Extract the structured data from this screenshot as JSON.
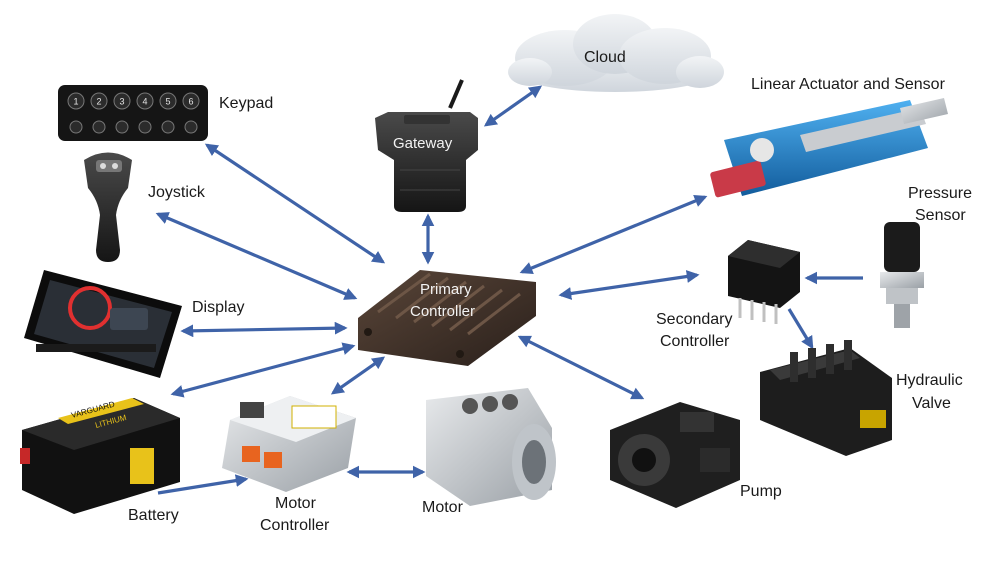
{
  "colors": {
    "arrow": "#3f63a8",
    "cloud": "#dfe3e8",
    "controller_body": "#3b2e27",
    "gateway_body": "#222222",
    "actuator_blue": "#1f86d6",
    "battery_yellow": "#e8c21a",
    "motor_controller_orange": "#e8641f"
  },
  "nodes": {
    "cloud": {
      "label": "Cloud",
      "icon": "cloud-icon"
    },
    "gateway": {
      "label": "Gateway",
      "icon": "gateway-module-icon"
    },
    "keypad": {
      "label": "Keypad",
      "icon": "keypad-icon",
      "keys_top": [
        "1",
        "2",
        "3",
        "4",
        "5",
        "6"
      ]
    },
    "joystick": {
      "label": "Joystick",
      "icon": "joystick-icon"
    },
    "display": {
      "label": "Display",
      "icon": "display-icon"
    },
    "primary_controller": {
      "label_line1": "Primary",
      "label_line2": "Controller",
      "icon": "ecu-icon"
    },
    "linear_actuator": {
      "label": "Linear Actuator and Sensor",
      "icon": "linear-actuator-icon"
    },
    "pressure_sensor": {
      "label_line1": "Pressure",
      "label_line2": "Sensor",
      "icon": "pressure-sensor-icon"
    },
    "secondary_controller": {
      "label_line1": "Secondary",
      "label_line2": "Controller",
      "icon": "relay-module-icon"
    },
    "hydraulic_valve": {
      "label_line1": "Hydraulic",
      "label_line2": "Valve",
      "icon": "valve-block-icon"
    },
    "battery": {
      "label": "Battery",
      "icon": "battery-icon",
      "brand": "VARGUARD",
      "badge": "LITHIUM"
    },
    "motor_controller": {
      "label_line1": "Motor",
      "label_line2": "Controller",
      "icon": "motor-controller-icon"
    },
    "motor": {
      "label": "Motor",
      "icon": "electric-motor-icon"
    },
    "pump": {
      "label": "Pump",
      "icon": "hydraulic-pump-icon"
    }
  }
}
